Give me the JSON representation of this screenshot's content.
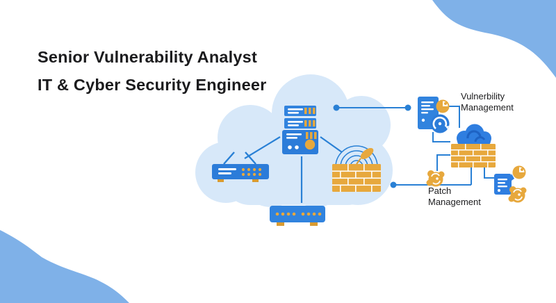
{
  "header": {
    "title_line1": "Senior Vulnerability Analyst",
    "title_line2": "IT & Cyber Security Engineer"
  },
  "diagram": {
    "annotations": {
      "vulnerability": {
        "line1": "Vulnerbility",
        "line2": "Management"
      },
      "patch": {
        "line1": "Patch",
        "line2": "Management"
      }
    },
    "cloud_icons": [
      "server-icon",
      "router-icon",
      "switch-icon",
      "firewall-icon",
      "radar-icon"
    ],
    "right_icons": [
      "scan-server-icon",
      "pie-chart-icon",
      "sync-icon",
      "cloud-firewall-icon",
      "patch-gear-icon",
      "document-icon"
    ]
  },
  "colors": {
    "wave-blue": "#7fb1e8",
    "cloud-fill": "#d7e8f9",
    "device-blue": "#2c7cd9",
    "device-blue-light": "#3183de",
    "gold": "#e7a83d",
    "gold-dark": "#d99b31",
    "line-blue": "#2980d5",
    "dark-blue": "#1e63c4",
    "bright-blue": "#2f7ee0",
    "text-dark": "#1b1b1d"
  }
}
